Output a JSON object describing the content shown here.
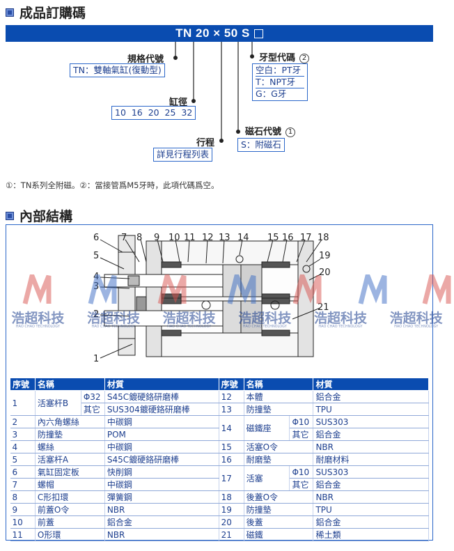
{
  "section1_title": "成品訂購碼",
  "section2_title": "內部結構",
  "order_code": {
    "model": "TN 20 × 50 S",
    "spec_label": "規格代號",
    "spec_value": "TN：雙軸氣缸(復動型)",
    "bore_label": "缸徑",
    "bore_values": "10  16  20  25  32",
    "stroke_label": "行程",
    "stroke_value": "詳見行程列表",
    "magnet_label": "磁石代號",
    "magnet_value": "S：附磁石",
    "thread_label": "牙型代碼",
    "thread_values": [
      "空白：PT牙",
      "T：NPT牙",
      "G：G牙"
    ],
    "mark_1": "1",
    "mark_2": "2"
  },
  "note": "①：TN系列全附磁。②：當接管爲M5牙時，此項代碼爲空。",
  "watermark": {
    "brand": "浩超科技",
    "brand_en": "HAO CHAO TECHNOLOGY"
  },
  "diagram_numbers": [
    "1",
    "2",
    "3",
    "4",
    "5",
    "6",
    "7",
    "8",
    "9",
    "10",
    "11",
    "12",
    "13",
    "14",
    "15",
    "16",
    "17",
    "18",
    "19",
    "20",
    "21"
  ],
  "table": {
    "headers": [
      "序號",
      "名稱",
      "材質",
      "序號",
      "名稱",
      "材質"
    ],
    "left": [
      {
        "no": "1",
        "name": "活塞杆B",
        "sub": [
          "Φ32",
          "其它"
        ],
        "material": [
          "S45C鍍硬鉻研磨棒",
          "SUS304鍍硬鉻研磨棒"
        ]
      },
      {
        "no": "2",
        "name": "內六角螺絲",
        "material": "中碳鋼"
      },
      {
        "no": "3",
        "name": "防撞墊",
        "material": "POM"
      },
      {
        "no": "4",
        "name": "螺絲",
        "material": "中碳鋼"
      },
      {
        "no": "5",
        "name": "活塞杆A",
        "material": "S45C鍍硬鉻研磨棒"
      },
      {
        "no": "6",
        "name": "氣缸固定板",
        "material": "快削鋼"
      },
      {
        "no": "7",
        "name": "螺帽",
        "material": "中碳鋼"
      },
      {
        "no": "8",
        "name": "C形扣環",
        "material": "彈簧鋼"
      },
      {
        "no": "9",
        "name": "前蓋O令",
        "material": "NBR"
      },
      {
        "no": "10",
        "name": "前蓋",
        "material": "鋁合金"
      },
      {
        "no": "11",
        "name": "O形環",
        "material": "NBR"
      }
    ],
    "right": [
      {
        "no": "12",
        "name": "本體",
        "material": "鋁合金"
      },
      {
        "no": "13",
        "name": "防撞墊",
        "material": "TPU"
      },
      {
        "no": "14",
        "name": "磁鐵座",
        "sub": [
          "Φ10",
          "其它"
        ],
        "material": [
          "SUS303",
          "鋁合金"
        ]
      },
      {
        "no": "15",
        "name": "活塞O令",
        "material": "NBR"
      },
      {
        "no": "16",
        "name": "耐磨墊",
        "material": "耐磨材料"
      },
      {
        "no": "17",
        "name": "活塞",
        "sub": [
          "Φ10",
          "其它"
        ],
        "material": [
          "SUS303",
          "鋁合金"
        ]
      },
      {
        "no": "18",
        "name": "後蓋O令",
        "material": "NBR"
      },
      {
        "no": "19",
        "name": "防撞墊",
        "material": "TPU"
      },
      {
        "no": "20",
        "name": "後蓋",
        "material": "鋁合金"
      },
      {
        "no": "21",
        "name": "磁鐵",
        "material": "稀土類"
      }
    ]
  },
  "colors": {
    "accent": "#0a4cb0",
    "text_blue": "#1d3f8f",
    "watermark_red": "#d9534f",
    "watermark_blue": "#3b6cc4"
  }
}
